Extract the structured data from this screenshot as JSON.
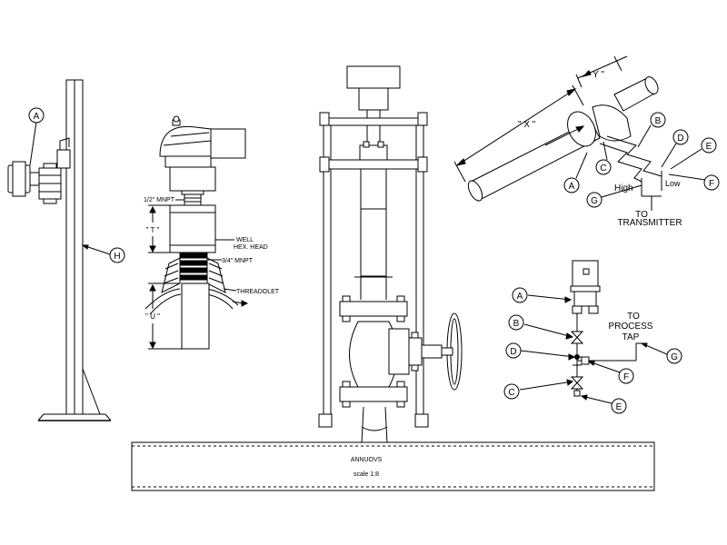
{
  "callouts": {
    "a": "A",
    "b": "B",
    "c": "C",
    "d": "D",
    "e": "E",
    "f": "F",
    "g": "G",
    "h": "H"
  },
  "thermowell": {
    "half_mnpt": "1/2\" MNPT",
    "t_dim": "\" T \"",
    "well_hex_1": "WELL",
    "well_hex_2": "HEX. HEAD",
    "three_quarter_mnpt": "3/4\" MNPT",
    "threadolet": "THREADOLET",
    "u_dim": "\" U \""
  },
  "manifold_detail": {
    "x_dim": "\" X \"",
    "y_dim": "\" Y \"",
    "high": "High",
    "low": "Low",
    "to_transmitter_1": "TO",
    "to_transmitter_2": "TRANSMITTER"
  },
  "valve_block": {
    "to_process_1": "TO",
    "to_process_2": "PROCESS",
    "to_process_3": "TAP"
  },
  "title_block": {
    "name": "ANNUOVS",
    "scale": "scale 1:8"
  }
}
